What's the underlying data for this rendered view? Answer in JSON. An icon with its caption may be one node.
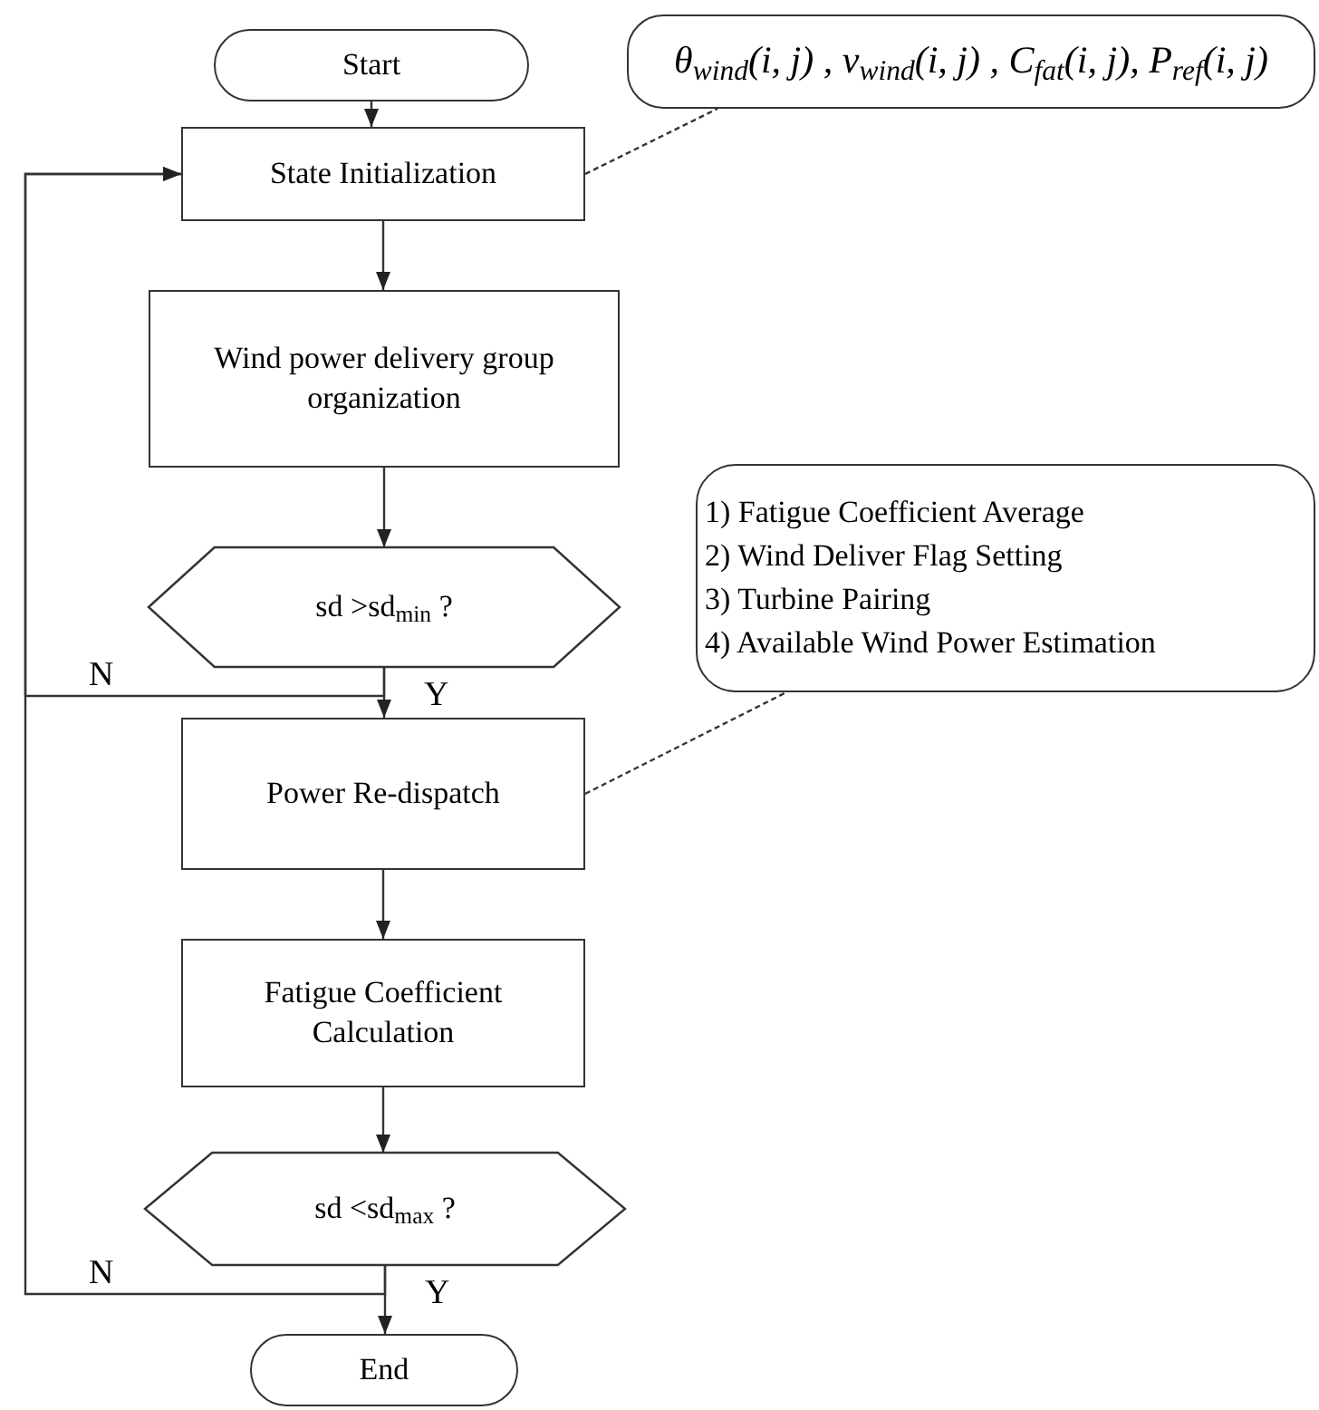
{
  "diagram": {
    "nodes": [
      {
        "text": [
          "Start"
        ]
      },
      {
        "text": [
          "θ$_{wind}$(i, j) , v$_{wind}$(i, j) ,  C$_{fat}$(i, j),  P$_{ref}$(i, j)"
        ]
      },
      {
        "text": [
          "State Initialization"
        ]
      },
      {
        "text": [
          "Wind power delivery group organization"
        ]
      },
      {
        "text": [
          "sd >sd$_{min}$ ?"
        ]
      },
      {
        "text": [
          "1) Fatigue Coefficient Average",
          "2) Wind Deliver Flag Setting",
          "3) Turbine Pairing",
          "4) Available Wind Power Estimation"
        ]
      },
      {
        "text": [
          "Power Re-dispatch"
        ]
      },
      {
        "text": [
          "Fatigue Coefficient Calculation"
        ]
      },
      {
        "text": [
          "sd <sd$_{max}$ ?"
        ]
      },
      {
        "text": [
          "End"
        ]
      }
    ],
    "edges": [
      {
        "from": 0,
        "to": 2,
        "arrow": "to"
      },
      {
        "from": 2,
        "to": 3,
        "arrow": "to"
      },
      {
        "from": 3,
        "to": 4,
        "arrow": "to"
      },
      {
        "from": 4,
        "to": 6,
        "arrow": "to",
        "label": "Y"
      },
      {
        "from": 4,
        "to": 2,
        "arrow": "to",
        "label": "N"
      },
      {
        "from": 6,
        "to": 7,
        "arrow": "to"
      },
      {
        "from": 7,
        "to": 8,
        "arrow": "to"
      },
      {
        "from": 8,
        "to": 9,
        "arrow": "to",
        "label": "Y"
      },
      {
        "from": 8,
        "to": 2,
        "arrow": "to",
        "label": "N"
      },
      {
        "from": 2,
        "to": 1,
        "arrow": "none",
        "style": "dashed"
      },
      {
        "from": 6,
        "to": 5,
        "arrow": "none",
        "style": "dashed"
      }
    ]
  }
}
